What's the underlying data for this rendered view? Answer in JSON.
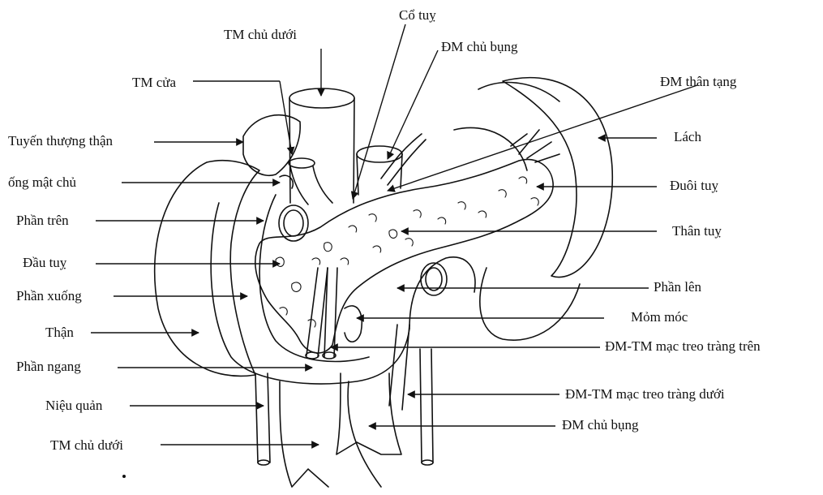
{
  "labels": {
    "tm_chu_duoi_top": "TM chủ dưới",
    "co_tuy": "Cổ tuỵ",
    "dm_chu_bung_top": "ĐM chủ bụng",
    "tm_cua": "TM cửa",
    "dm_than_tang": "ĐM thân tạng",
    "tuyen_thuong_than": "Tuyến thượng thận",
    "lach": "Lách",
    "ong_mat_chu": "ống mật chủ",
    "duoi_tuy": "Đuôi tuỵ",
    "phan_tren": "Phần trên",
    "than_tuy": "Thân tuỵ",
    "dau_tuy": "Đầu tuỵ",
    "phan_len": "Phần lên",
    "phan_xuong": "Phần xuống",
    "mom_moc": "Mỏm móc",
    "than": "Thận",
    "dm_tm_treo_trang_tren": "ĐM-TM mạc treo tràng trên",
    "phan_ngang": "Phần ngang",
    "dm_tm_treo_trang_duoi": "ĐM-TM mạc treo tràng dưới",
    "nieu_quan": "Niệu quản",
    "dm_chu_bung_bottom": "ĐM chủ bụng",
    "tm_chu_duoi_bottom": "TM chủ dưới"
  },
  "colors": {
    "ink": "#111111",
    "paper": "#ffffff"
  }
}
